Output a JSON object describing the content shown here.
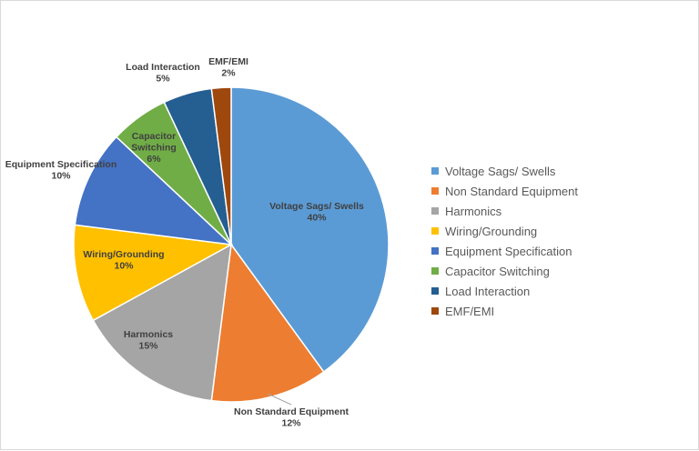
{
  "chart_data": {
    "type": "pie",
    "title": "",
    "legend_position": "right",
    "slices": [
      {
        "label": "Voltage Sags/ Swells",
        "value": 40,
        "value_label": "40%",
        "color": "#5B9BD5"
      },
      {
        "label": "Non Standard Equipment",
        "value": 12,
        "value_label": "12%",
        "color": "#ED7D31"
      },
      {
        "label": "Harmonics",
        "value": 15,
        "value_label": "15%",
        "color": "#A5A5A5"
      },
      {
        "label": "Wiring/Grounding",
        "value": 10,
        "value_label": "10%",
        "color": "#FFC000"
      },
      {
        "label": "Equipment Specification",
        "value": 10,
        "value_label": "10%",
        "color": "#4472C4"
      },
      {
        "label": "Capacitor Switching",
        "value": 6,
        "value_label": "6%",
        "color": "#70AD47"
      },
      {
        "label": "Load Interaction",
        "value": 5,
        "value_label": "5%",
        "color": "#255E91"
      },
      {
        "label": "EMF/EMI",
        "value": 2,
        "value_label": "2%",
        "color": "#9E480E"
      }
    ],
    "data_label_lines": [
      [
        "Voltage Sags/ Swells",
        "40%"
      ],
      [
        "Non Standard Equipment",
        "12%"
      ],
      [
        "Harmonics",
        "15%"
      ],
      [
        "Wiring/Grounding",
        "10%"
      ],
      [
        "Equipment Specification",
        "10%"
      ],
      [
        "Capacitor",
        "Switching",
        "6%"
      ],
      [
        "Load Interaction",
        "5%"
      ],
      [
        "EMF/EMI",
        "2%"
      ]
    ]
  }
}
